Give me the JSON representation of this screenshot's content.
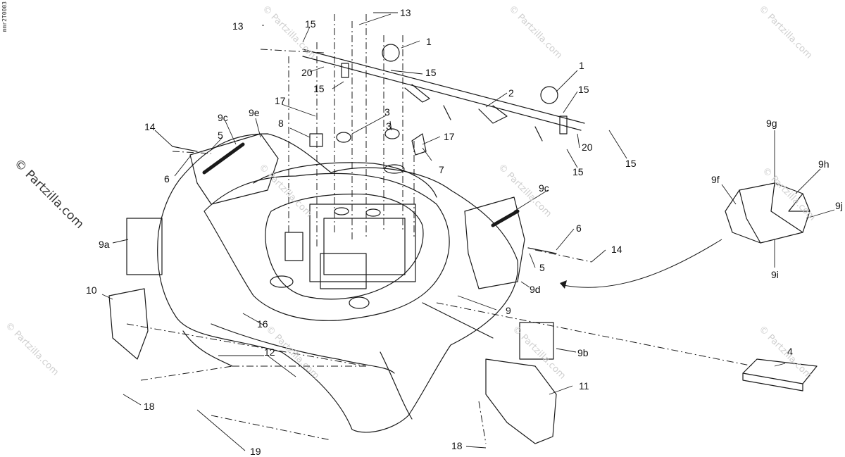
{
  "document_id": "mmr2T0003",
  "watermark_main": "© Partzilla.com",
  "watermark_tile": "© Partzilla.com",
  "callouts": [
    "1",
    "1",
    "2",
    "3",
    "3",
    "4",
    "5",
    "5",
    "6",
    "6",
    "7",
    "8",
    "9",
    "9a",
    "9b",
    "9c",
    "9c",
    "9d",
    "9e",
    "9f",
    "9g",
    "9h",
    "9i",
    "9j",
    "10",
    "11",
    "12",
    "13",
    "13",
    "14",
    "14",
    "15",
    "15",
    "15",
    "15",
    "15",
    "15",
    "16",
    "17",
    "17",
    "18",
    "18",
    "19",
    "20",
    "20"
  ],
  "colors": {
    "line": "#1a1a1a",
    "text": "#111111",
    "watermark": "#cfcfcf"
  }
}
